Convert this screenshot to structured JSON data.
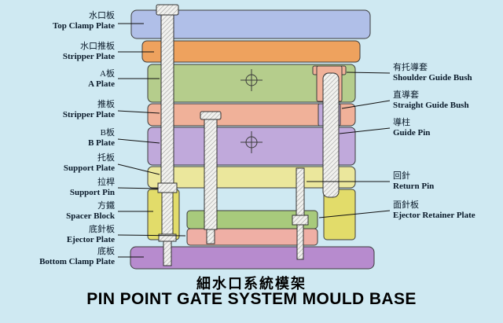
{
  "title": {
    "zh": "細水口系統模架",
    "en": "PIN POINT GATE SYSTEM MOULD BASE"
  },
  "left_labels": [
    {
      "zh": "水口板",
      "en": "Top Clamp Plate"
    },
    {
      "zh": "水口推板",
      "en": "Stripper Plate"
    },
    {
      "zh": "A板",
      "en": "A Plate"
    },
    {
      "zh": "推板",
      "en": "Stripper Plate"
    },
    {
      "zh": "B板",
      "en": "B Plate"
    },
    {
      "zh": "托板",
      "en": "Support Plate"
    },
    {
      "zh": "拉桿",
      "en": "Support Pin"
    },
    {
      "zh": "方鐵",
      "en": "Spacer Block"
    },
    {
      "zh": "底針板",
      "en": "Ejector Plate"
    },
    {
      "zh": "底板",
      "en": "Bottom Clamp Plate"
    }
  ],
  "right_labels": [
    {
      "zh": "有托導套",
      "en": "Shoulder Guide Bush"
    },
    {
      "zh": "直導套",
      "en": "Straight Guide Bush"
    },
    {
      "zh": "導柱",
      "en": "Guide Pin"
    },
    {
      "zh": "回針",
      "en": "Return Pin"
    },
    {
      "zh": "面針板",
      "en": "Ejector Retainer Plate"
    }
  ],
  "colors": {
    "background": "#cfe9f2",
    "top_clamp_plate": "#b0bfe8",
    "stripper_plate_top": "#eea25e",
    "a_plate": "#b5cd8c",
    "stripper_plate_mid": "#f0b199",
    "b_plate": "#c0a9db",
    "support_plate": "#ebe79c",
    "spacer_block": "#e2dc6a",
    "ejector_retainer_plate": "#a8ca7c",
    "ejector_plate": "#efafa5",
    "bottom_clamp_plate": "#b78bce",
    "shoulder_guide_bush": "#f0b199",
    "straight_guide_bush": "#c0a9db",
    "outline": "#3c3c3c",
    "leader_line": "#111111"
  }
}
